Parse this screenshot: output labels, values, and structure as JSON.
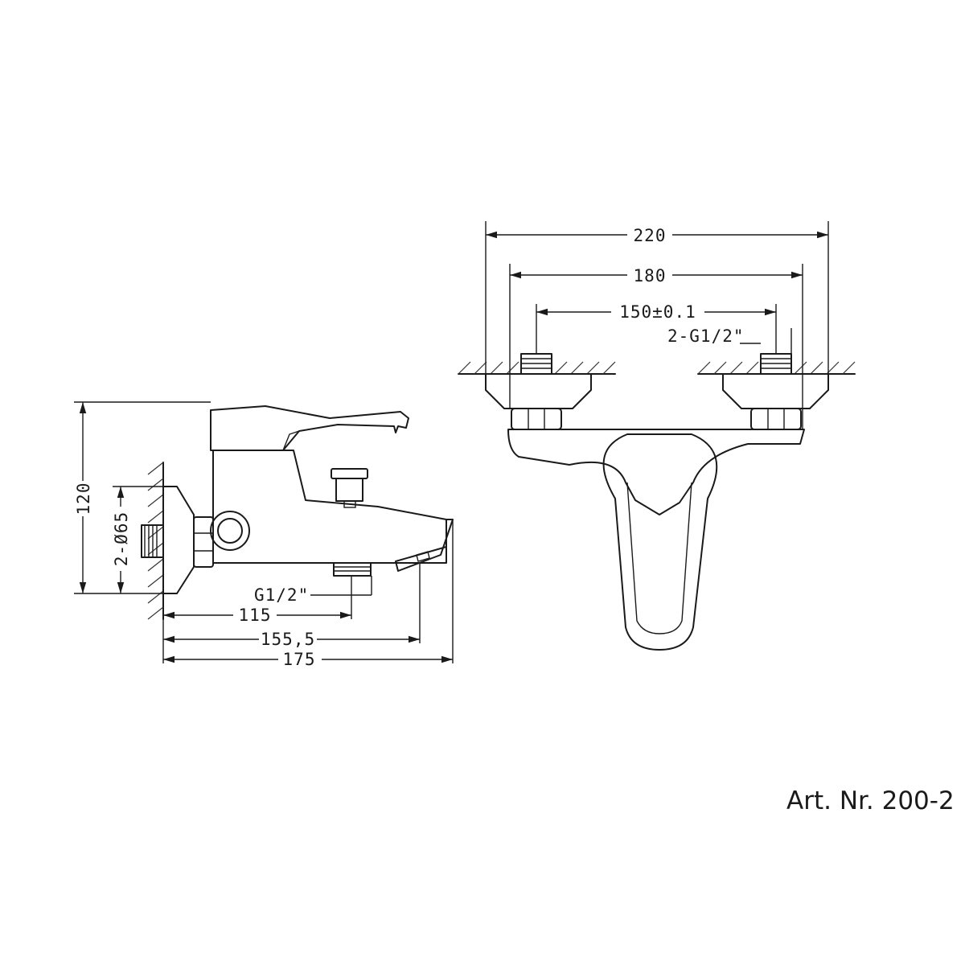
{
  "side_view": {
    "height_label": "120",
    "connection_diameter_label": "2-Ø65",
    "thread_label": "G1/2\"",
    "dim_115_label": "115",
    "dim_155_label": "155,5",
    "dim_175_label": "175"
  },
  "front_view": {
    "width_220_label": "220",
    "width_180_label": "180",
    "centers_label": "150±0.1",
    "thread_label": "2-G1/2\""
  },
  "article_number": "Art. Nr. 200-2"
}
